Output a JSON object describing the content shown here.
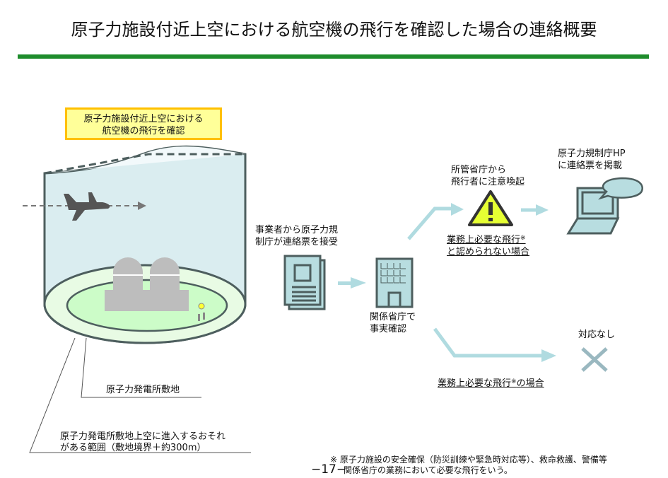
{
  "title": "原子力施設付近上空における航空機の飛行を確認した場合の連絡概要",
  "colors": {
    "accent_bar": "#1e8c2c",
    "callout_bg": "#ffff99",
    "callout_border": "#ffc000",
    "icon_fill": "#b8dde0",
    "icon_stroke": "#4d5e5e",
    "arrow": "#b0dbe0",
    "warning": "#e6ff33"
  },
  "callout": {
    "line1": "原子力施設付近上空における",
    "line2": "航空機の飛行を確認"
  },
  "labels": {
    "site": "原子力発電所敷地",
    "range_line1": "原子力発電所敷地上空に進入するおそれ",
    "range_line2": "がある範囲（敷地境界＋約300m）"
  },
  "flow": {
    "receive_line1": "事業者から原子力規",
    "receive_line2": "制庁が連絡票を接受",
    "confirm_line1": "関係省庁で",
    "confirm_line2": "事実確認",
    "warn_line1": "所管省庁から",
    "warn_line2": "飛行者に注意喚起",
    "not_needed_line1": "業務上必要な飛行",
    "not_needed_mark": "※",
    "not_needed_line2": "と認められない場合",
    "hp_line1": "原子力規制庁HP",
    "hp_line2": "に連絡票を掲載",
    "needed_text": "業務上必要な飛行",
    "needed_mark": "※",
    "needed_suffix": "の場合",
    "no_action": "対応なし"
  },
  "footnote": {
    "line1": "※  原子力施設の安全確保（防災訓練や緊急時対応等）、救命救護、警備等",
    "line2": "関係省庁の業務において必要な飛行をいう。"
  },
  "page_number": "−17−",
  "icons": [
    "airplane-icon",
    "nuclear-plant-icon",
    "document-icon",
    "building-icon",
    "warning-icon",
    "laptop-icon",
    "speech-bubble-icon",
    "x-icon"
  ]
}
